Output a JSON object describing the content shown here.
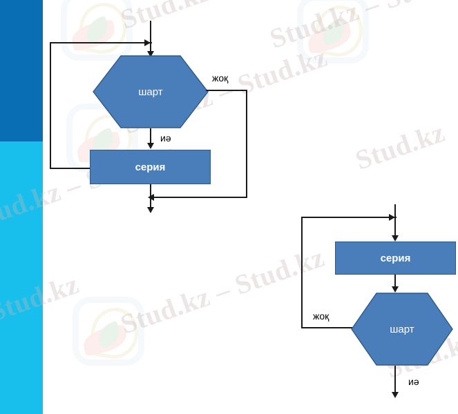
{
  "slide": {
    "background_color": "#ffffff",
    "sidebar": {
      "top_color": "#0a6eb4",
      "bottom_color": "#18bfed"
    }
  },
  "watermark": {
    "text": "Stud.kz – Stud.kz",
    "short_text": "Stud.kz",
    "color": "#c9b7b7",
    "logo_name": "stud-kz-logo"
  },
  "theme": {
    "shape_fill": "#4a7ebb",
    "shape_border": "#2e5984",
    "shape_text_color": "#ffffff",
    "connector_color": "#1a1a1a",
    "label_color": "#000000"
  },
  "diagrams": [
    {
      "id": "pre-test-loop",
      "name": "while-loop-flowchart",
      "nodes": [
        {
          "id": "cond",
          "type": "decision",
          "label": "шарт"
        },
        {
          "id": "body",
          "type": "process",
          "label": "серия"
        }
      ],
      "edge_labels": {
        "false_branch": "жоқ",
        "true_branch": "иә"
      }
    },
    {
      "id": "post-test-loop",
      "name": "do-while-loop-flowchart",
      "nodes": [
        {
          "id": "body",
          "type": "process",
          "label": "серия"
        },
        {
          "id": "cond",
          "type": "decision",
          "label": "шарт"
        }
      ],
      "edge_labels": {
        "false_branch": "жоқ",
        "true_branch": "иә"
      }
    }
  ]
}
